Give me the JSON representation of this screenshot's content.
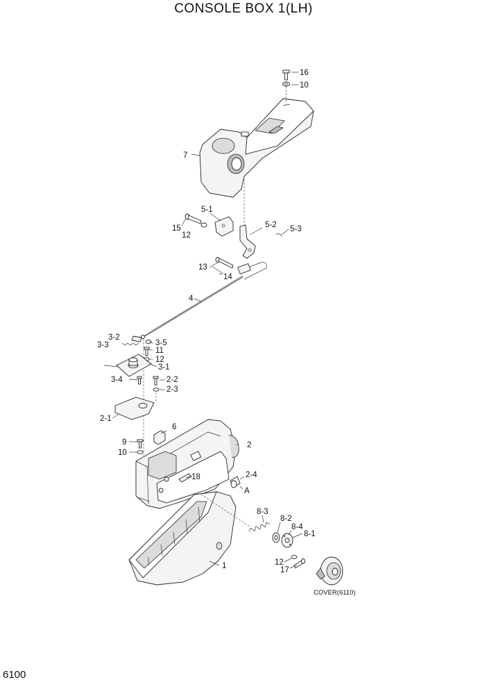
{
  "title": "CONSOLE BOX 1(LH)",
  "page_number": "6100",
  "labels": {
    "p16": "16",
    "p10a": "10",
    "p7": "7",
    "p5_1": "5-1",
    "p15": "15",
    "p12a": "12",
    "p5_2": "5-2",
    "p5_3": "5-3",
    "p13": "13",
    "p14": "14",
    "p4": "4",
    "p3_2": "3-2",
    "p3_3": "3-3",
    "p3_5": "3-5",
    "p11": "11",
    "p12b": "12",
    "p3_1": "3-1",
    "p3_4": "3-4",
    "p2_2": "2-2",
    "p2_3": "2-3",
    "p2_1": "2-1",
    "p6": "6",
    "p2": "2",
    "p9": "9",
    "p10b": "10",
    "p18": "18",
    "p2_4": "2-4",
    "pA": "A",
    "p8_3": "8-3",
    "p8_2": "8-2",
    "p8_4": "8-4",
    "p8_1": "8-1",
    "p12c": "12",
    "p17": "17",
    "p1": "1",
    "cover": "COVER(6110)"
  }
}
